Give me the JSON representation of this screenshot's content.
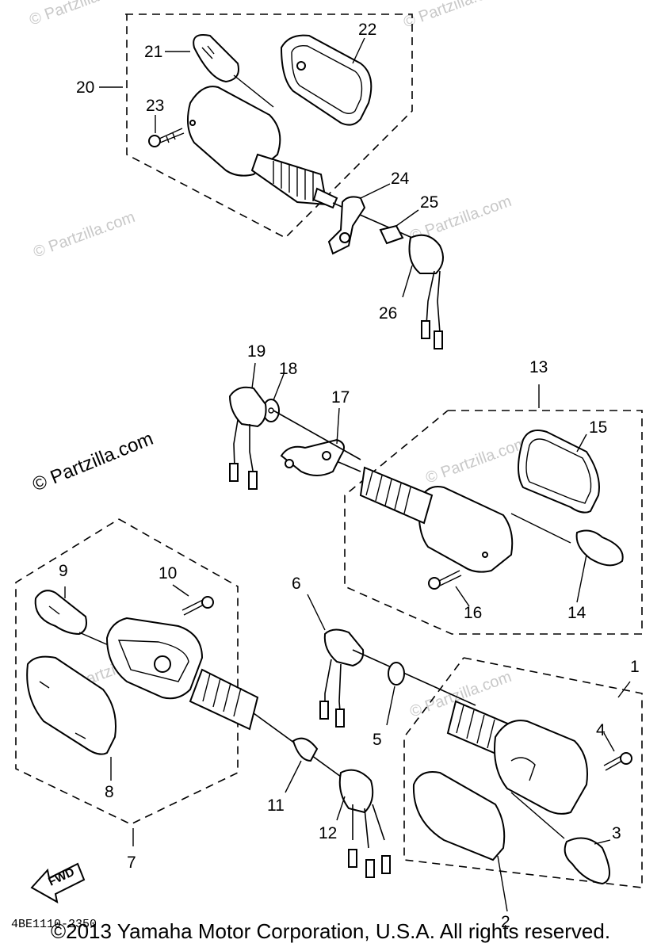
{
  "watermark": {
    "text": "© Partzilla.com"
  },
  "group_labels": {
    "g20": "20",
    "g13": "13",
    "g7": "7",
    "g1": "1"
  },
  "callouts": [
    "1",
    "2",
    "3",
    "4",
    "5",
    "6",
    "8",
    "9",
    "10",
    "11",
    "12",
    "14",
    "15",
    "16",
    "17",
    "18",
    "19",
    "21",
    "22",
    "23",
    "24",
    "25",
    "26"
  ],
  "fwd_label": "FWD",
  "diagram_code": "4BE1110-2350",
  "footer": "©2013  Yamaha Motor Corporation, U.S.A. All rights reserved."
}
